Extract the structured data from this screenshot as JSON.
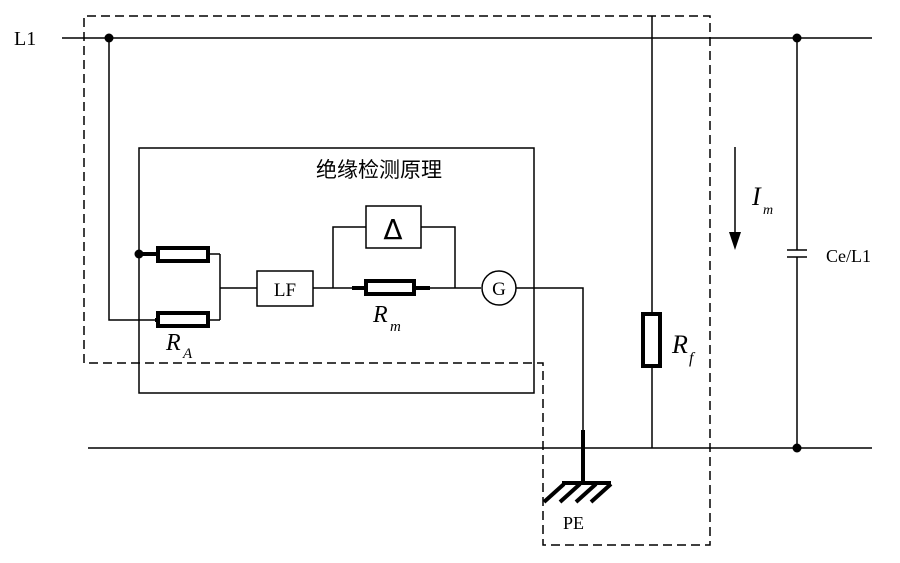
{
  "labels": {
    "line": "L1",
    "title": "绝缘检测原理",
    "ra_main": "R",
    "ra_sub": "A",
    "lf": "LF",
    "delta": "Δ",
    "rm_main": "R",
    "rm_sub": "m",
    "g": "G",
    "rf_main": "R",
    "rf_sub": "f",
    "im_main": "I",
    "im_sub": "m",
    "capacitor": "Ce/L1",
    "pe": "PE"
  },
  "colors": {
    "line": "#000000",
    "background": "#ffffff"
  }
}
